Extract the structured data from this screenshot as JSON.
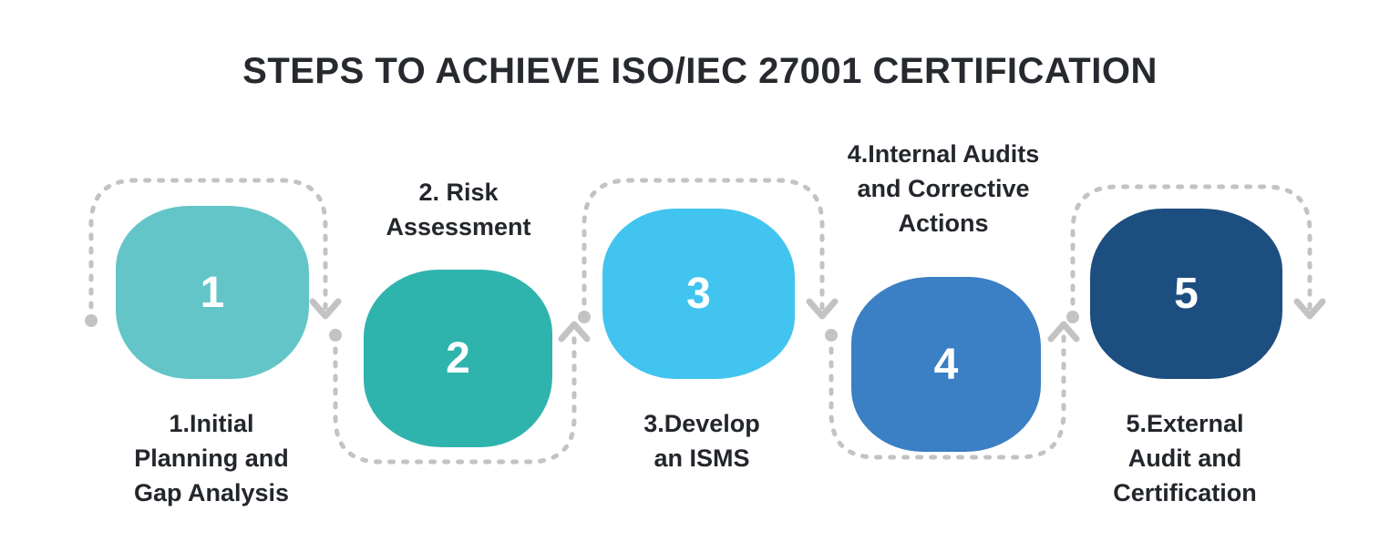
{
  "title": "STEPS TO ACHIEVE ISO/IEC 27001 CERTIFICATION",
  "connector": {
    "color": "#c3c3c3"
  },
  "steps": [
    {
      "number": "1",
      "label": "1.Initial\nPlanning and\nGap Analysis",
      "label_position": "below",
      "color": "#63c5c7"
    },
    {
      "number": "2",
      "label": "2. Risk\nAssessment",
      "label_position": "above",
      "color": "#2fb3ad"
    },
    {
      "number": "3",
      "label": "3.Develop\nan ISMS",
      "label_position": "below",
      "color": "#41c4ef"
    },
    {
      "number": "4",
      "label": "4.Internal Audits\nand Corrective\nActions",
      "label_position": "above",
      "color": "#3b7fc4"
    },
    {
      "number": "5",
      "label": "5.External\nAudit and\nCertification",
      "label_position": "below",
      "color": "#1d4e80"
    }
  ]
}
